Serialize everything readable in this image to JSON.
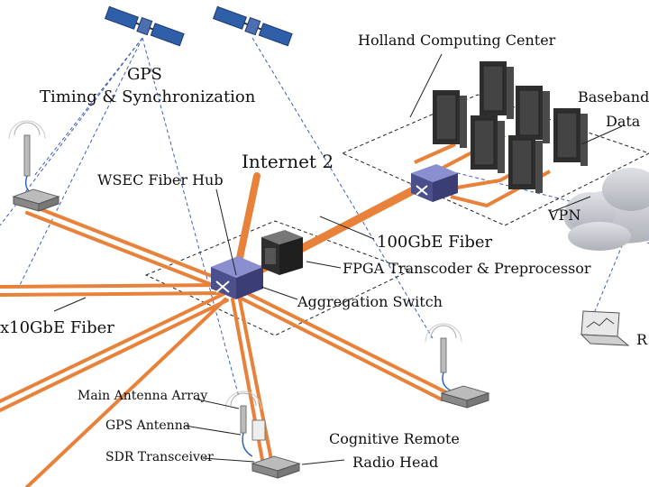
{
  "labels": {
    "gps": "GPS",
    "timing": "Timing & Synchronization",
    "internet2": "Internet 2",
    "wsec_hub": "WSEC Fiber Hub",
    "holland": "Holland Computing Center",
    "baseband": "Baseband",
    "data": "Data",
    "vpn": "VPN",
    "fiber_100": "100GbE Fiber",
    "fpga": "FPGA Transcoder & Preprocessor",
    "aggregation": "Aggregation Switch",
    "fiber_x10": "x10GbE Fiber",
    "main_antenna": "Main Antenna Array",
    "gps_antenna": "GPS Antenna",
    "sdr": "SDR Transceiver",
    "crh_line1": "Cognitive Remote",
    "crh_line2": "Radio Head",
    "remote_r": "R"
  },
  "colors": {
    "fiber": "#e8823a",
    "fiber_edge": "#c9662a",
    "switch_top": "#8a8fcf",
    "switch_side": "#4b4f8c",
    "server_body": "#3a3a3a",
    "server_face": "#555555",
    "cloud": "#c9cbd1",
    "dashed": "#3d5fbf"
  },
  "icons": [
    "satellite-icon",
    "server-rack-icon",
    "switch-icon",
    "antenna-icon",
    "radio-head-icon",
    "cloud-icon",
    "laptop-icon",
    "fpga-icon"
  ]
}
